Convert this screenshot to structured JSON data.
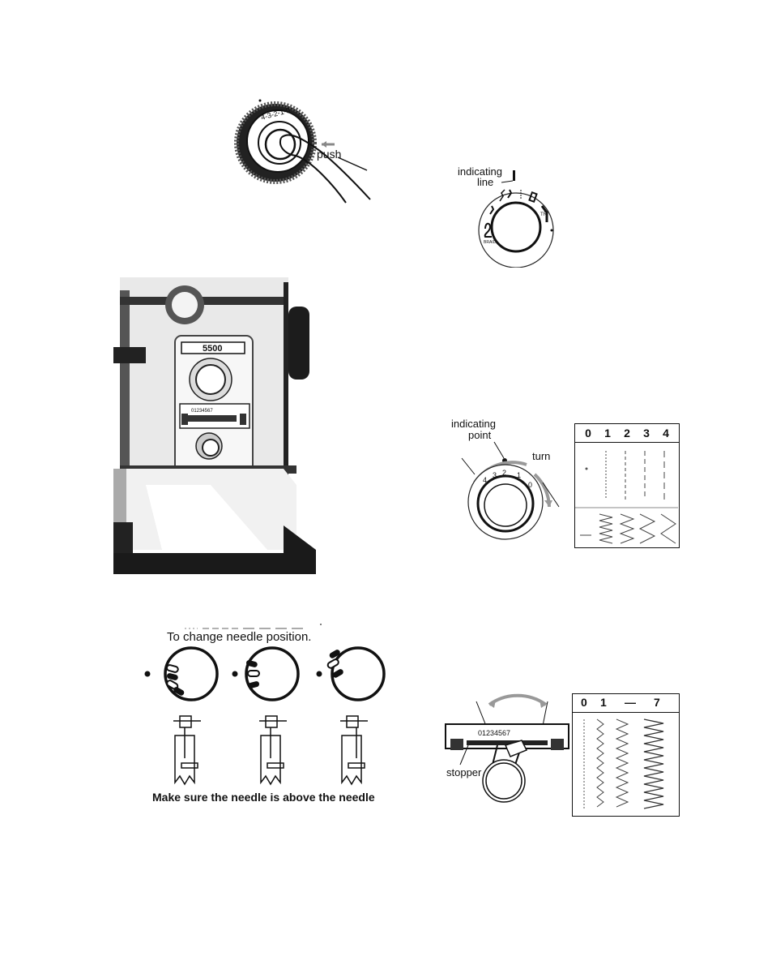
{
  "dial_push": {
    "label": "push",
    "digits": "4-3-2-1-0"
  },
  "indicating_line": {
    "label_top": "indicating",
    "label_bottom": "line"
  },
  "machine": {
    "model_label": "5500",
    "width_scale": "01234567"
  },
  "indicating_point": {
    "label_top": "indicating",
    "label_bottom": "point",
    "turn_label": "turn",
    "dial_numbers": [
      "4",
      "3",
      "2",
      "1",
      "0"
    ]
  },
  "stitch_length_table": {
    "headers": [
      "0",
      "1",
      "2",
      "3",
      "4"
    ]
  },
  "needle_position": {
    "title": "To change needle position.",
    "caption": "Make sure the needle is above the needle"
  },
  "stitch_width": {
    "stopper_label": "stopper",
    "scale": "01234567",
    "headers": [
      "0",
      "1",
      "—",
      "7"
    ]
  }
}
